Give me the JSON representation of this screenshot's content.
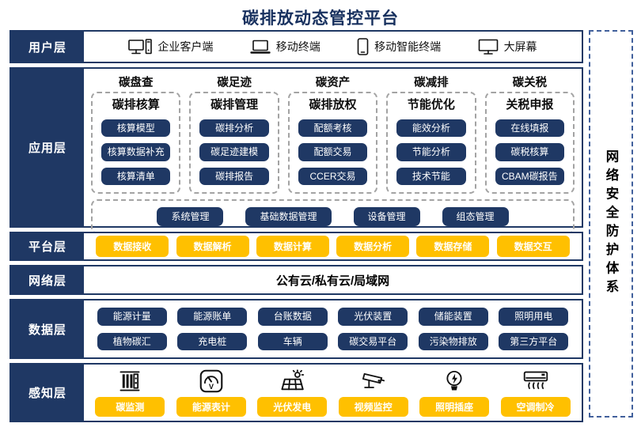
{
  "title": "碳排放动态管控平台",
  "security_bar": "网络安全防护体系",
  "colors": {
    "navy": "#1F3864",
    "yellow": "#FFC000",
    "title": "#17305E",
    "dashed_gray": "#a3a3a3",
    "dashed_blue": "#41609c"
  },
  "layers": {
    "user": {
      "label": "用户层",
      "items": [
        {
          "icon": "desktop-pc-icon",
          "label": "企业客户端"
        },
        {
          "icon": "laptop-icon",
          "label": "移动终端"
        },
        {
          "icon": "smartphone-icon",
          "label": "移动智能终端"
        },
        {
          "icon": "large-screen-icon",
          "label": "大屏幕"
        }
      ]
    },
    "application": {
      "label": "应用层",
      "columns": [
        {
          "header": "碳盘查",
          "subheader": "碳排核算",
          "items": [
            "核算模型",
            "核算数据补充",
            "核算清单"
          ]
        },
        {
          "header": "碳足迹",
          "subheader": "碳排管理",
          "items": [
            "碳排分析",
            "碳足迹建模",
            "碳排报告"
          ]
        },
        {
          "header": "碳资产",
          "subheader": "碳排放权",
          "items": [
            "配额考核",
            "配额交易",
            "CCER交易"
          ]
        },
        {
          "header": "碳减排",
          "subheader": "节能优化",
          "items": [
            "能效分析",
            "节能分析",
            "技术节能"
          ]
        },
        {
          "header": "碳关税",
          "subheader": "关税申报",
          "items": [
            "在线填报",
            "碳税核算",
            "CBAM碳报告"
          ]
        }
      ],
      "common": [
        "系统管理",
        "基础数据管理",
        "设备管理",
        "组态管理"
      ]
    },
    "platform": {
      "label": "平台层",
      "items": [
        "数据接收",
        "数据解析",
        "数据计算",
        "数据分析",
        "数据存储",
        "数据交互"
      ]
    },
    "network": {
      "label": "网络层",
      "text": "公有云/私有云/局域网"
    },
    "data": {
      "label": "数据层",
      "rows": [
        [
          "能源计量",
          "能源账单",
          "台账数据",
          "光伏装置",
          "储能装置",
          "照明用电"
        ],
        [
          "植物碳汇",
          "充电桩",
          "车辆",
          "碳交易平台",
          "污染物排放",
          "第三方平台"
        ]
      ]
    },
    "perception": {
      "label": "感知层",
      "items": [
        {
          "icon": "carbon-monitor-icon",
          "label": "碳监测"
        },
        {
          "icon": "energy-meter-icon",
          "label": "能源表计"
        },
        {
          "icon": "solar-panel-icon",
          "label": "光伏发电"
        },
        {
          "icon": "cctv-camera-icon",
          "label": "视频监控"
        },
        {
          "icon": "light-bulb-icon",
          "label": "照明插座"
        },
        {
          "icon": "air-conditioner-icon",
          "label": "空调制冷"
        }
      ]
    }
  }
}
